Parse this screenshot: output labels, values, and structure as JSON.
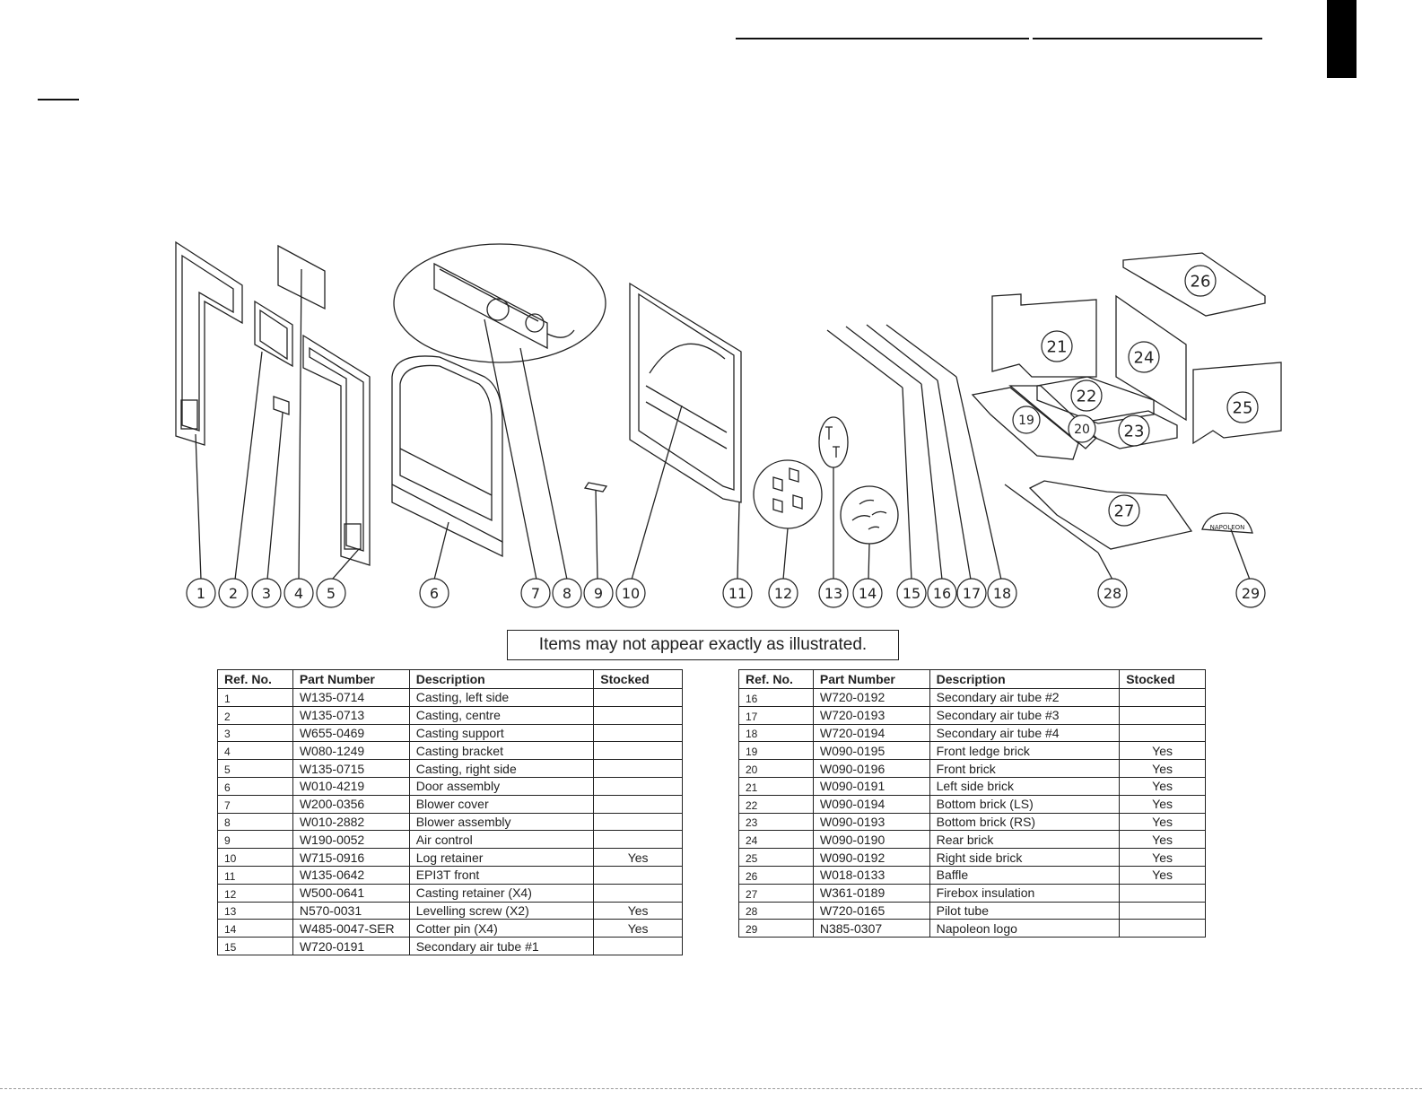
{
  "header": {
    "tab_color": "#000000"
  },
  "diagram": {
    "callouts": [
      "1",
      "2",
      "3",
      "4",
      "5",
      "6",
      "7",
      "8",
      "9",
      "10",
      "11",
      "12",
      "13",
      "14",
      "15",
      "16",
      "17",
      "18",
      "19",
      "20",
      "21",
      "22",
      "23",
      "24",
      "25",
      "26",
      "27",
      "28",
      "29"
    ],
    "logo_text": "NAPOLEON"
  },
  "note": "Items may not appear exactly as illustrated.",
  "table_left": {
    "headers": [
      "Ref. No.",
      "Part Number",
      "Description",
      "Stocked"
    ],
    "rows": [
      [
        "1",
        "W135-0714",
        "Casting, left side",
        ""
      ],
      [
        "2",
        "W135-0713",
        "Casting, centre",
        ""
      ],
      [
        "3",
        "W655-0469",
        "Casting support",
        ""
      ],
      [
        "4",
        "W080-1249",
        "Casting bracket",
        ""
      ],
      [
        "5",
        "W135-0715",
        "Casting, right side",
        ""
      ],
      [
        "6",
        "W010-4219",
        "Door assembly",
        ""
      ],
      [
        "7",
        "W200-0356",
        "Blower cover",
        ""
      ],
      [
        "8",
        "W010-2882",
        "Blower assembly",
        ""
      ],
      [
        "9",
        "W190-0052",
        "Air control",
        ""
      ],
      [
        "10",
        "W715-0916",
        "Log retainer",
        "Yes"
      ],
      [
        "11",
        "W135-0642",
        "EPI3T front",
        ""
      ],
      [
        "12",
        "W500-0641",
        "Casting retainer (X4)",
        ""
      ],
      [
        "13",
        "N570-0031",
        "Levelling screw (X2)",
        "Yes"
      ],
      [
        "14",
        "W485-0047-SER",
        "Cotter pin (X4)",
        "Yes"
      ],
      [
        "15",
        "W720-0191",
        "Secondary air tube #1",
        ""
      ]
    ]
  },
  "table_right": {
    "headers": [
      "Ref. No.",
      "Part Number",
      "Description",
      "Stocked"
    ],
    "rows": [
      [
        "16",
        "W720-0192",
        "Secondary air tube #2",
        ""
      ],
      [
        "17",
        "W720-0193",
        "Secondary air tube #3",
        ""
      ],
      [
        "18",
        "W720-0194",
        "Secondary air tube #4",
        ""
      ],
      [
        "19",
        "W090-0195",
        "Front ledge brick",
        "Yes"
      ],
      [
        "20",
        "W090-0196",
        "Front brick",
        "Yes"
      ],
      [
        "21",
        "W090-0191",
        "Left side brick",
        "Yes"
      ],
      [
        "22",
        "W090-0194",
        "Bottom brick (LS)",
        "Yes"
      ],
      [
        "23",
        "W090-0193",
        "Bottom brick (RS)",
        "Yes"
      ],
      [
        "24",
        "W090-0190",
        "Rear brick",
        "Yes"
      ],
      [
        "25",
        "W090-0192",
        "Right side brick",
        "Yes"
      ],
      [
        "26",
        "W018-0133",
        "Baffle",
        "Yes"
      ],
      [
        "27",
        "W361-0189",
        "Firebox insulation",
        ""
      ],
      [
        "28",
        "W720-0165",
        "Pilot tube",
        ""
      ],
      [
        "29",
        "N385-0307",
        "Napoleon logo",
        ""
      ]
    ]
  }
}
